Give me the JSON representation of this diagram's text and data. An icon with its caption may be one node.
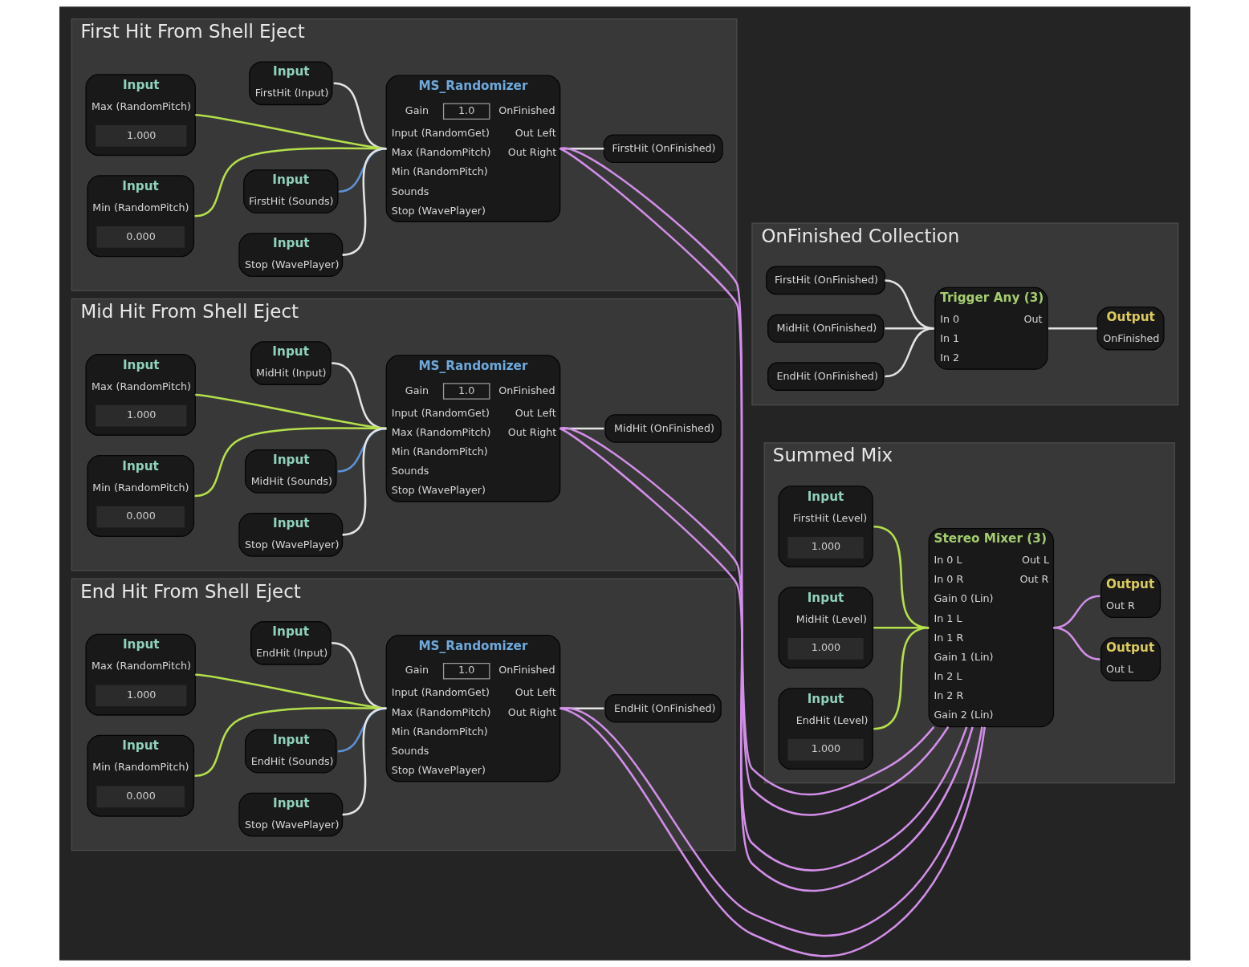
{
  "diagram": {
    "nodes": [
      {
        "text": [
          "First Hit From Shell Eject"
        ]
      },
      {
        "text": [
          "Input",
          "FirstHit (Input)"
        ],
        "in": 0
      },
      {
        "text": [
          "FirstHit (OnFinished)"
        ],
        "in": 0
      },
      {
        "text": [
          "Input",
          "Max (RandomPitch)",
          "1.000"
        ],
        "in": 0
      },
      {
        "text": [
          "MS_Randomizer",
          "Gain",
          "1.0",
          "OnFinished",
          "Input (RandomGet)",
          "Out Left",
          "Max (RandomPitch)",
          "Out Right",
          "Min (RandomPitch)",
          "Sounds",
          "Stop (WavePlayer)"
        ],
        "in": 0
      },
      {
        "text": [
          "Input",
          "Min (RandomPitch)",
          "0.000"
        ],
        "in": 0
      },
      {
        "text": [
          "Input",
          "FirstHit (Sounds)"
        ],
        "in": 0
      },
      {
        "text": [
          "Input",
          "Stop (WavePlayer)"
        ],
        "in": 0
      },
      {
        "text": [
          "OnFinished Collection"
        ]
      },
      {
        "text": [
          "FirstHit (OnFinished)"
        ],
        "in": 8
      },
      {
        "text": [
          "MidHit (OnFinished)"
        ],
        "in": 8
      },
      {
        "text": [
          "EndHit (OnFinished)"
        ],
        "in": 8
      },
      {
        "text": [
          "Trigger Any (3)",
          "In 0",
          "Out",
          "In 1",
          "In 2"
        ],
        "in": 8
      },
      {
        "text": [
          "Output",
          "OnFinished"
        ],
        "in": 8
      },
      {
        "text": [
          "Mid Hit From Shell Eject"
        ]
      },
      {
        "text": [
          "Input",
          "MidHit (Input)"
        ],
        "in": 14
      },
      {
        "text": [
          "MidHit (OnFinished)"
        ],
        "in": 14
      },
      {
        "text": [
          "Input",
          "Max (RandomPitch)",
          "1.000"
        ],
        "in": 14
      },
      {
        "text": [
          "MS_Randomizer",
          "Gain",
          "1.0",
          "OnFinished",
          "Input (RandomGet)",
          "Out Left",
          "Max (RandomPitch)",
          "Out Right",
          "Min (RandomPitch)",
          "Sounds",
          "Stop (WavePlayer)"
        ],
        "in": 14
      },
      {
        "text": [
          "Input",
          "Min (RandomPitch)",
          "0.000"
        ],
        "in": 14
      },
      {
        "text": [
          "Input",
          "MidHit (Sounds)"
        ],
        "in": 14
      },
      {
        "text": [
          "Input",
          "Stop (WavePlayer)"
        ],
        "in": 14
      },
      {
        "text": [
          "End Hit From Shell Eject"
        ]
      },
      {
        "text": [
          "Input",
          "EndHit (Input)"
        ],
        "in": 22
      },
      {
        "text": [
          "EndHit (OnFinished)"
        ],
        "in": 22
      },
      {
        "text": [
          "Input",
          "Max (RandomPitch)",
          "1.000"
        ],
        "in": 22
      },
      {
        "text": [
          "MS_Randomizer",
          "Gain",
          "1.0",
          "OnFinished",
          "Input (RandomGet)",
          "Out Left",
          "Max (RandomPitch)",
          "Out Right",
          "Min (RandomPitch)",
          "Sounds",
          "Stop (WavePlayer)"
        ],
        "in": 22
      },
      {
        "text": [
          "Input",
          "Min (RandomPitch)",
          "0.000"
        ],
        "in": 22
      },
      {
        "text": [
          "Input",
          "EndHit (Sounds)"
        ],
        "in": 22
      },
      {
        "text": [
          "Input",
          "Stop (WavePlayer)"
        ],
        "in": 22
      },
      {
        "text": [
          "Summed Mix"
        ]
      },
      {
        "text": [
          "Output",
          "Out L"
        ],
        "in": 30
      },
      {
        "text": [
          "Stereo Mixer (3)",
          "In 0 L",
          "Out L",
          "In 0 R",
          "Out R",
          "Gain 0 (Lin)",
          "In 1 L",
          "In 1 R",
          "Gain 1 (Lin)",
          "In 2 L",
          "In 2 R",
          "Gain 2 (Lin)"
        ],
        "in": 30
      },
      {
        "text": [
          "Output",
          "Out R"
        ],
        "in": 30
      },
      {
        "text": [
          "Input",
          "FirstHit (Level)",
          "1.000"
        ],
        "in": 30
      },
      {
        "text": [
          "Input",
          "MidHit (Level)",
          "1.000"
        ],
        "in": 30
      },
      {
        "text": [
          "Input",
          "EndHit (Level)",
          "1.000"
        ],
        "in": 30
      }
    ],
    "edges": [
      {
        "from": 3,
        "to": 4,
        "arrow": "none",
        "color": "#b4e04c"
      },
      {
        "from": 1,
        "to": 4,
        "arrow": "none"
      },
      {
        "from": 5,
        "to": 4,
        "arrow": "none",
        "color": "#b4e04c"
      },
      {
        "from": 6,
        "to": 4,
        "arrow": "none",
        "color": "#5d92d6"
      },
      {
        "from": 7,
        "to": 4,
        "arrow": "none"
      },
      {
        "from": 4,
        "to": 2,
        "arrow": "none"
      },
      {
        "from": 4,
        "to": 32,
        "arrow": "none",
        "color": "#d28ee8"
      },
      {
        "from": 4,
        "to": 32,
        "arrow": "none",
        "color": "#d28ee8"
      },
      {
        "from": 17,
        "to": 18,
        "arrow": "none",
        "color": "#b4e04c"
      },
      {
        "from": 15,
        "to": 18,
        "arrow": "none"
      },
      {
        "from": 19,
        "to": 18,
        "arrow": "none",
        "color": "#b4e04c"
      },
      {
        "from": 20,
        "to": 18,
        "arrow": "none",
        "color": "#5d92d6"
      },
      {
        "from": 21,
        "to": 18,
        "arrow": "none"
      },
      {
        "from": 18,
        "to": 16,
        "arrow": "none"
      },
      {
        "from": 18,
        "to": 32,
        "arrow": "none",
        "color": "#d28ee8"
      },
      {
        "from": 18,
        "to": 32,
        "arrow": "none",
        "color": "#d28ee8"
      },
      {
        "from": 25,
        "to": 26,
        "arrow": "none",
        "color": "#b4e04c"
      },
      {
        "from": 23,
        "to": 26,
        "arrow": "none"
      },
      {
        "from": 27,
        "to": 26,
        "arrow": "none",
        "color": "#b4e04c"
      },
      {
        "from": 28,
        "to": 26,
        "arrow": "none",
        "color": "#5d92d6"
      },
      {
        "from": 29,
        "to": 26,
        "arrow": "none"
      },
      {
        "from": 26,
        "to": 24,
        "arrow": "none"
      },
      {
        "from": 26,
        "to": 32,
        "arrow": "none",
        "color": "#d28ee8"
      },
      {
        "from": 26,
        "to": 32,
        "arrow": "none",
        "color": "#d28ee8"
      },
      {
        "from": 9,
        "to": 12,
        "arrow": "none"
      },
      {
        "from": 10,
        "to": 12,
        "arrow": "none"
      },
      {
        "from": 11,
        "to": 12,
        "arrow": "none"
      },
      {
        "from": 12,
        "to": 13,
        "arrow": "none"
      },
      {
        "from": 32,
        "to": 31,
        "arrow": "none",
        "color": "#d28ee8"
      },
      {
        "from": 32,
        "to": 33,
        "arrow": "none",
        "color": "#d28ee8"
      },
      {
        "from": 34,
        "to": 32,
        "arrow": "none",
        "color": "#b4e04c"
      },
      {
        "from": 35,
        "to": 32,
        "arrow": "none",
        "color": "#b4e04c"
      },
      {
        "from": 36,
        "to": 32,
        "arrow": "none",
        "color": "#b4e04c"
      }
    ]
  }
}
